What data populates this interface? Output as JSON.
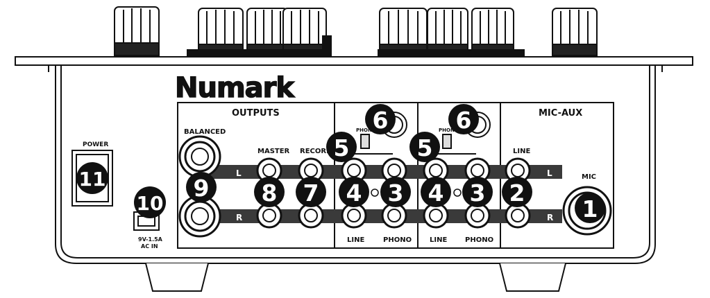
{
  "brand": "Numark",
  "labels": {
    "outputs": "OUTPUTS",
    "mic_aux": "MIC-AUX",
    "balanced": "BALANCED",
    "master": "MASTER",
    "record": "RECORD",
    "power": "POWER",
    "ac_line1": "9V-1.5A",
    "ac_line2": "AC IN",
    "line": "LINE",
    "phono": "PHONO",
    "mic": "MIC",
    "left": "L",
    "right": "R"
  },
  "callouts": {
    "n1": "1",
    "n2": "2",
    "n3": "3",
    "n4": "4",
    "n5": "5",
    "n6": "6",
    "n7": "7",
    "n8": "8",
    "n9": "9",
    "n10": "10",
    "n11": "11"
  },
  "colors": {
    "line": "#111111",
    "band": "#3a3a3a",
    "callout": "#111111"
  }
}
